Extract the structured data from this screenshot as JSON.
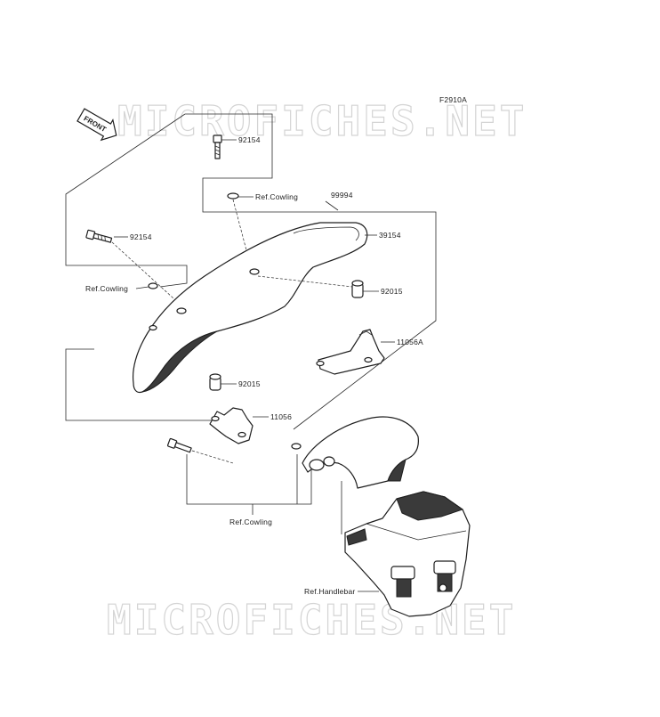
{
  "figure_code": "F2910A",
  "watermark_text": "MICROFICHES.NET",
  "direction_label": "FRONT",
  "callouts": [
    {
      "id": "bolt-top",
      "text": "92154"
    },
    {
      "id": "ref-cowling-top",
      "text": "Ref.Cowling"
    },
    {
      "id": "kit",
      "text": "99994"
    },
    {
      "id": "windshield",
      "text": "39154"
    },
    {
      "id": "bolt-left",
      "text": "92154"
    },
    {
      "id": "ref-cowling-left",
      "text": "Ref.Cowling"
    },
    {
      "id": "collar-right",
      "text": "92015"
    },
    {
      "id": "bracket-right",
      "text": "11056A"
    },
    {
      "id": "collar-left",
      "text": "92015"
    },
    {
      "id": "bracket-left",
      "text": "11056"
    },
    {
      "id": "ref-cowling-bottom",
      "text": "Ref.Cowling"
    },
    {
      "id": "ref-handlebar",
      "text": "Ref.Handlebar"
    }
  ],
  "colors": {
    "line": "#2a2a2a",
    "watermark": "#d4d4d4",
    "shade": "#3a3a3a"
  }
}
